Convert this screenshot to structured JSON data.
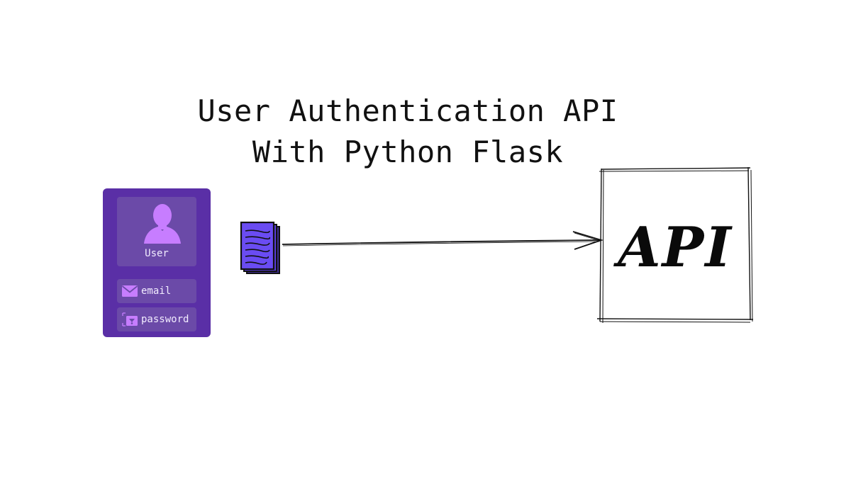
{
  "title": {
    "line1": "User Authentication API",
    "line2": "With Python Flask"
  },
  "login_card": {
    "user_label": "User",
    "email_label": "email",
    "password_label": "password",
    "card_color": "#5a2fa6",
    "tile_color": "#6b4aa8",
    "accent_color": "#c77dff",
    "icons": [
      "person-icon",
      "envelope-icon",
      "lock-icon"
    ]
  },
  "request": {
    "icon": "document-stack-icon",
    "color": "#6a3cf0"
  },
  "api_box": {
    "label": "API"
  }
}
